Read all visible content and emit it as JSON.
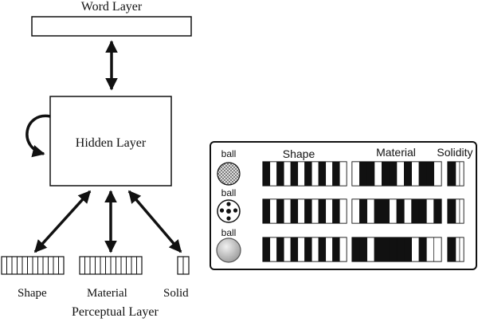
{
  "network": {
    "word_layer_label": "Word Layer",
    "hidden_layer_label": "Hidden Layer",
    "perceptual_layer_label": "Perceptual Layer",
    "feature_labels": [
      "Shape",
      "Material",
      "Solid"
    ]
  },
  "feature_panel": {
    "headers": [
      "Shape",
      "Material",
      "Solidity"
    ],
    "row_labels": [
      "ball",
      "ball",
      "ball"
    ],
    "rows": [
      {
        "material": "mesh",
        "shape": [
          1,
          0,
          1,
          0,
          1,
          0,
          1,
          0,
          1,
          0,
          1,
          0
        ],
        "mat": [
          0,
          1,
          1,
          0,
          1,
          1,
          0,
          1,
          0,
          1,
          1,
          0
        ],
        "solid": [
          1,
          1,
          0,
          0
        ]
      },
      {
        "material": "dotted",
        "shape": [
          1,
          0,
          1,
          0,
          1,
          0,
          1,
          0,
          1,
          0,
          1,
          0
        ],
        "mat": [
          0,
          1,
          0,
          1,
          1,
          0,
          1,
          0,
          1,
          1,
          0,
          1
        ],
        "solid": [
          1,
          1,
          0,
          0
        ]
      },
      {
        "material": "smooth",
        "shape": [
          1,
          0,
          1,
          0,
          1,
          0,
          1,
          0,
          1,
          0,
          1,
          0
        ],
        "mat": [
          1,
          1,
          0,
          1,
          1,
          1,
          1,
          1,
          0,
          1,
          0,
          0
        ],
        "solid": [
          1,
          1,
          0,
          0
        ]
      }
    ]
  }
}
